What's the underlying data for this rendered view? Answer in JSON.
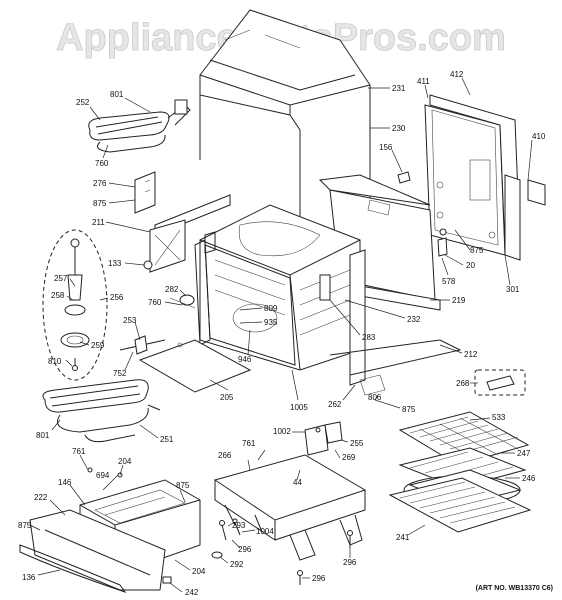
{
  "watermark": "AppliancePartsPros.com",
  "art_number": "(ART NO. WB13370 C6)",
  "callouts": [
    {
      "id": "c801a",
      "text": "801"
    },
    {
      "id": "c252",
      "text": "252"
    },
    {
      "id": "c760a",
      "text": "760"
    },
    {
      "id": "c276",
      "text": "276"
    },
    {
      "id": "c875a",
      "text": "875"
    },
    {
      "id": "c211",
      "text": "211"
    },
    {
      "id": "c133",
      "text": "133"
    },
    {
      "id": "c257",
      "text": "257"
    },
    {
      "id": "c258",
      "text": "258"
    },
    {
      "id": "c256",
      "text": "256"
    },
    {
      "id": "c259",
      "text": "259"
    },
    {
      "id": "c810",
      "text": "810"
    },
    {
      "id": "c282",
      "text": "282"
    },
    {
      "id": "c760b",
      "text": "760"
    },
    {
      "id": "c253",
      "text": "253"
    },
    {
      "id": "c752",
      "text": "752"
    },
    {
      "id": "c809",
      "text": "809"
    },
    {
      "id": "c935",
      "text": "935"
    },
    {
      "id": "c946",
      "text": "946"
    },
    {
      "id": "c205",
      "text": "205"
    },
    {
      "id": "c1005",
      "text": "1005"
    },
    {
      "id": "c262",
      "text": "262"
    },
    {
      "id": "c801b",
      "text": "801"
    },
    {
      "id": "c251",
      "text": "251"
    },
    {
      "id": "c231",
      "text": "231"
    },
    {
      "id": "c230",
      "text": "230"
    },
    {
      "id": "c411",
      "text": "411"
    },
    {
      "id": "c412",
      "text": "412"
    },
    {
      "id": "c410",
      "text": "410"
    },
    {
      "id": "c156",
      "text": "156"
    },
    {
      "id": "c875b",
      "text": "875"
    },
    {
      "id": "c20",
      "text": "20"
    },
    {
      "id": "c578",
      "text": "578"
    },
    {
      "id": "c301",
      "text": "301"
    },
    {
      "id": "c219",
      "text": "219"
    },
    {
      "id": "c283",
      "text": "283"
    },
    {
      "id": "c232",
      "text": "232"
    },
    {
      "id": "c212",
      "text": "212"
    },
    {
      "id": "c268",
      "text": "268"
    },
    {
      "id": "c875c",
      "text": "875"
    },
    {
      "id": "c806",
      "text": "806"
    },
    {
      "id": "c1002",
      "text": "1002"
    },
    {
      "id": "c255",
      "text": "255"
    },
    {
      "id": "c761a",
      "text": "761"
    },
    {
      "id": "c269",
      "text": "269"
    },
    {
      "id": "c266",
      "text": "266"
    },
    {
      "id": "c44",
      "text": "44"
    },
    {
      "id": "c533",
      "text": "533"
    },
    {
      "id": "c247",
      "text": "247"
    },
    {
      "id": "c246",
      "text": "246"
    },
    {
      "id": "c761b",
      "text": "761"
    },
    {
      "id": "c204a",
      "text": "204"
    },
    {
      "id": "c146",
      "text": "146"
    },
    {
      "id": "c694",
      "text": "694"
    },
    {
      "id": "c222",
      "text": "222"
    },
    {
      "id": "c875d",
      "text": "875"
    },
    {
      "id": "c875e",
      "text": "875"
    },
    {
      "id": "c136",
      "text": "136"
    },
    {
      "id": "c204b",
      "text": "204"
    },
    {
      "id": "c242",
      "text": "242"
    },
    {
      "id": "c292",
      "text": "292"
    },
    {
      "id": "c293",
      "text": "293"
    },
    {
      "id": "c1004",
      "text": "1004"
    },
    {
      "id": "c296a",
      "text": "296"
    },
    {
      "id": "c296b",
      "text": "296"
    },
    {
      "id": "c296c",
      "text": "296"
    },
    {
      "id": "c241",
      "text": "241"
    }
  ]
}
